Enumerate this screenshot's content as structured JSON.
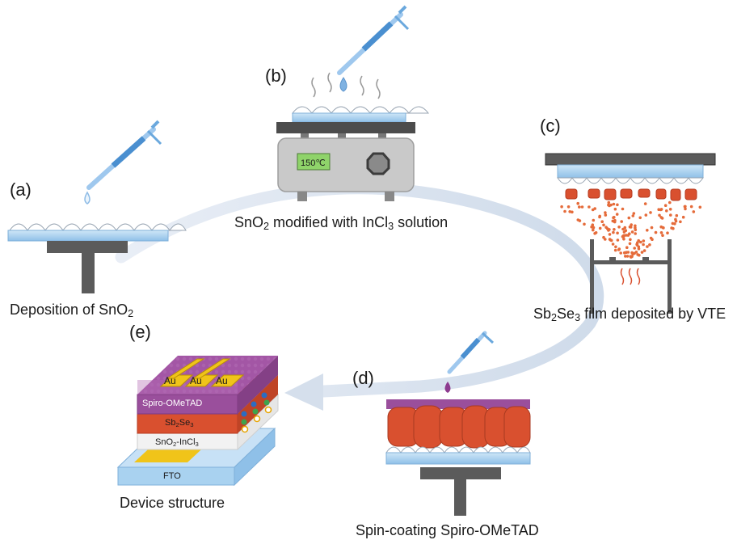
{
  "steps": {
    "a": {
      "label": "(a)",
      "caption": "Deposition of SnO",
      "caption_sub": "2"
    },
    "b": {
      "label": "(b)",
      "caption_pre": "SnO",
      "caption_sub1": "2",
      "caption_mid": " modified with InCl",
      "caption_sub2": "3",
      "caption_post": " solution",
      "hotplate_temp": "150℃"
    },
    "c": {
      "label": "(c)",
      "caption_pre": "Sb",
      "caption_sub1": "2",
      "caption_mid": "Se",
      "caption_sub2": "3",
      "caption_post": " film deposited by VTE"
    },
    "d": {
      "label": "(d)",
      "caption": "Spin-coating Spiro-OMeTAD"
    },
    "e": {
      "label": "(e)",
      "caption": "Device structure",
      "layers": {
        "au": "Au",
        "spiro": "Spiro-OMeTAD",
        "sbse_pre": "Sb",
        "sbse_sub1": "2",
        "sbse_mid": "Se",
        "sbse_sub2": "3",
        "sno2_pre": "SnO",
        "sno2_sub": "2",
        "sno2_post": "-InCl",
        "sno2_sub2": "3",
        "fto": "FTO"
      }
    }
  },
  "colors": {
    "glass": "#a9d2f0",
    "bead": "#ffffff",
    "stand": "#5b5b5b",
    "arrow": "#dbe5f2",
    "sb2se3": "#d9502f",
    "spiro": "#9a4f9c",
    "gold": "#f0c419",
    "hotplate_top": "#4c4c4c",
    "hotplate_body": "#c8c8c8",
    "display": "#8fd36a",
    "pipette": "#6aa8dd",
    "droplet_blue": "#8fbce6",
    "droplet_purple": "#8d3b8f"
  }
}
